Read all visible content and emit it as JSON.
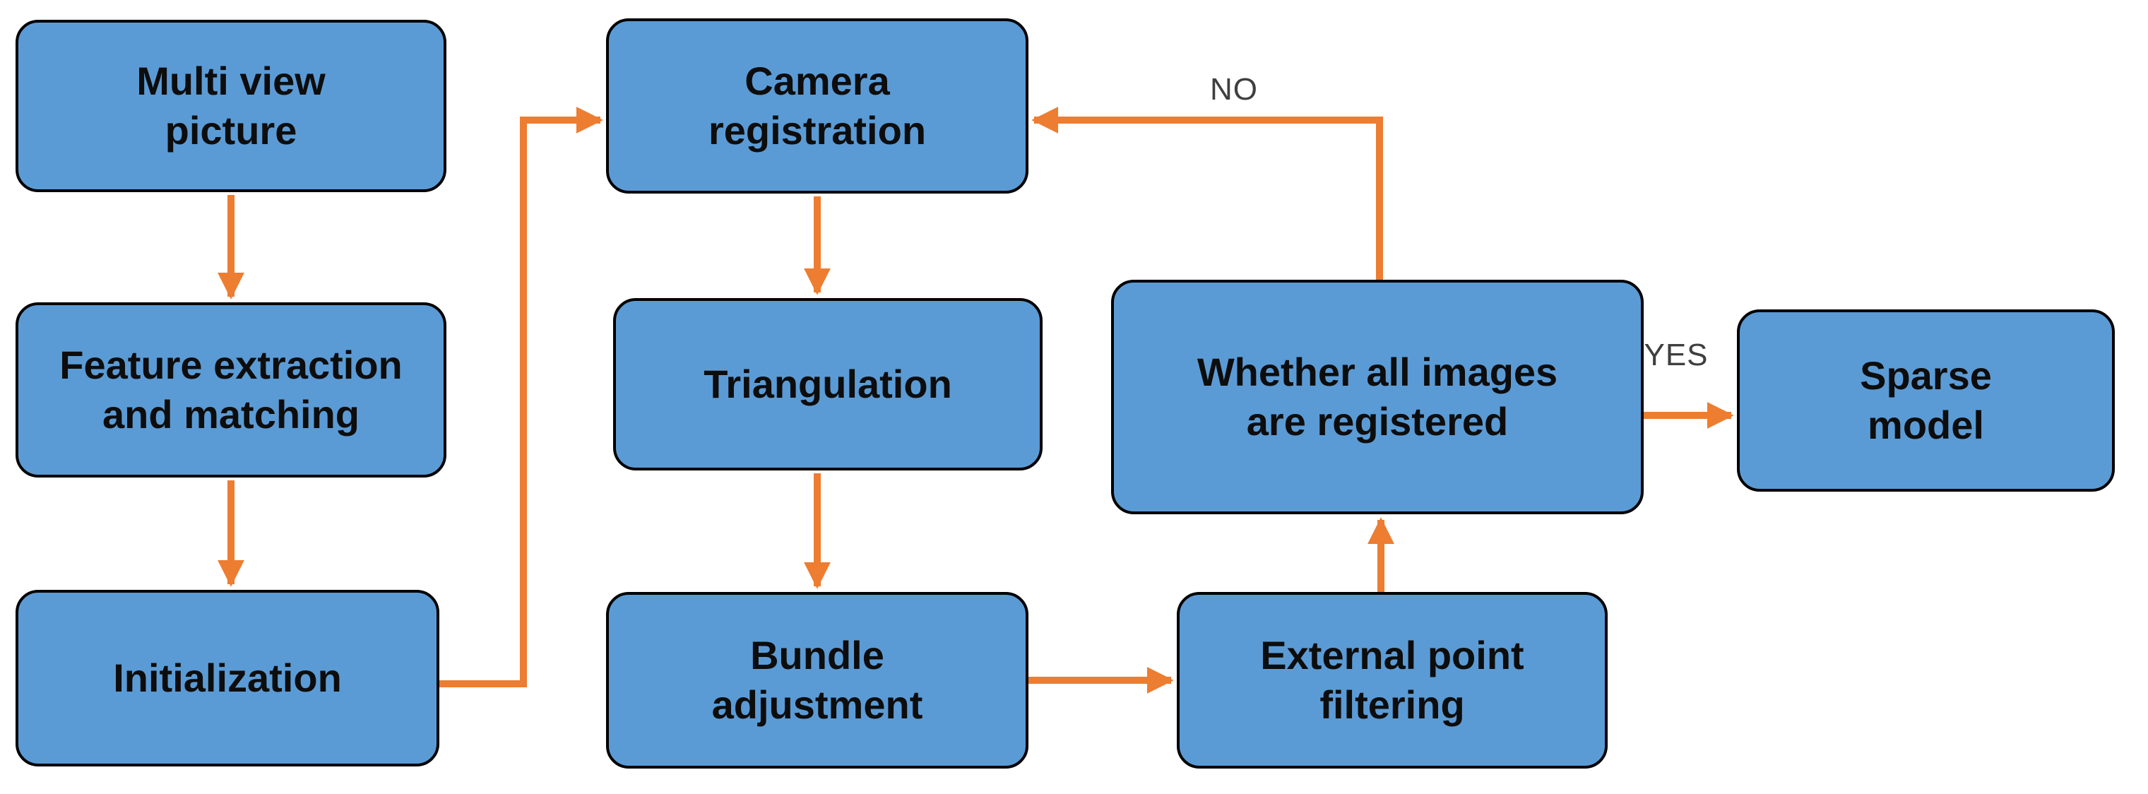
{
  "diagram": {
    "type": "flowchart",
    "nodes": [
      {
        "id": "multi-view-picture",
        "label": "Multi view\npicture"
      },
      {
        "id": "feature-extraction-and-matching",
        "label": "Feature extraction\nand matching"
      },
      {
        "id": "initialization",
        "label": "Initialization"
      },
      {
        "id": "camera-registration",
        "label": "Camera\nregistration"
      },
      {
        "id": "triangulation",
        "label": "Triangulation"
      },
      {
        "id": "bundle-adjustment",
        "label": "Bundle\nadjustment"
      },
      {
        "id": "external-point-filtering",
        "label": "External point\nfiltering"
      },
      {
        "id": "whether-all-images-are-registered",
        "label": "Whether all images\nare registered"
      },
      {
        "id": "sparse-model",
        "label": "Sparse\nmodel"
      }
    ],
    "edges": [
      {
        "from": "multi-view-picture",
        "to": "feature-extraction-and-matching",
        "label": ""
      },
      {
        "from": "feature-extraction-and-matching",
        "to": "initialization",
        "label": ""
      },
      {
        "from": "initialization",
        "to": "camera-registration",
        "label": ""
      },
      {
        "from": "camera-registration",
        "to": "triangulation",
        "label": ""
      },
      {
        "from": "triangulation",
        "to": "bundle-adjustment",
        "label": ""
      },
      {
        "from": "bundle-adjustment",
        "to": "external-point-filtering",
        "label": ""
      },
      {
        "from": "external-point-filtering",
        "to": "whether-all-images-are-registered",
        "label": ""
      },
      {
        "from": "whether-all-images-are-registered",
        "to": "camera-registration",
        "label": "NO"
      },
      {
        "from": "whether-all-images-are-registered",
        "to": "sparse-model",
        "label": "YES"
      }
    ],
    "edge_labels": {
      "no": "NO",
      "yes": "YES"
    },
    "colors": {
      "node_fill": "#5B9BD5",
      "node_border": "#000000",
      "arrow": "#ED7D31",
      "label_text": "#0D0D0D",
      "edge_label_text": "#3F3F3F",
      "background": "#FFFFFF"
    }
  }
}
